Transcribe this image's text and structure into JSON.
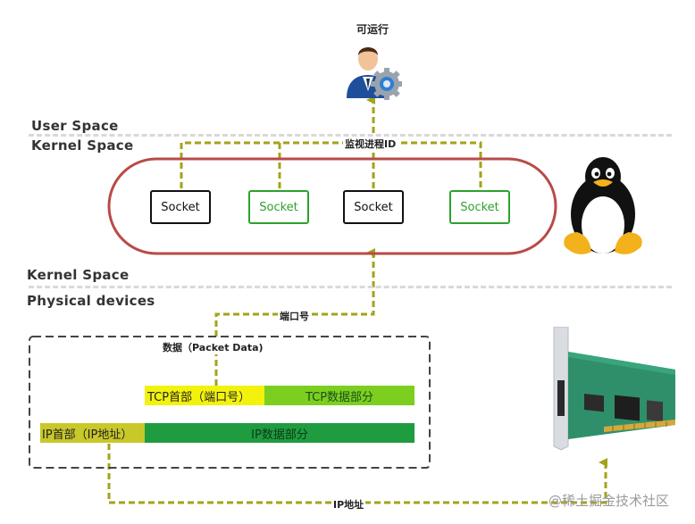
{
  "top_user": {
    "label": "可运行"
  },
  "layers": {
    "user_space": "User Space",
    "kernel_space_top": "Kernel Space",
    "kernel_space_bottom": "Kernel Space",
    "physical_devices": "Physical devices"
  },
  "monitor_label": "监视进程ID",
  "sockets": [
    {
      "label": "Socket",
      "style": "black"
    },
    {
      "label": "Socket",
      "style": "green"
    },
    {
      "label": "Socket",
      "style": "black"
    },
    {
      "label": "Socket",
      "style": "green"
    }
  ],
  "port_label": "端口号",
  "packet": {
    "title": "数据（Packet Data)",
    "tcp_header": "TCP首部（端口号）",
    "tcp_data": "TCP数据部分",
    "ip_header": "IP首部（IP地址）",
    "ip_data": "IP数据部分"
  },
  "ip_address_label": "IP地址",
  "watermark": "@稀土掘金技术社区",
  "colors": {
    "arrow": "#a3a31a",
    "ellipse": "#b94a48",
    "tcp_header": "#f2f20d",
    "tcp_data": "#7ccf1f",
    "ip_header": "#c8c82a",
    "ip_data": "#1f9c3f",
    "socket_green": "#2da12d"
  },
  "icons": [
    "user-gear-icon",
    "linux-penguin-icon",
    "network-card-icon"
  ]
}
